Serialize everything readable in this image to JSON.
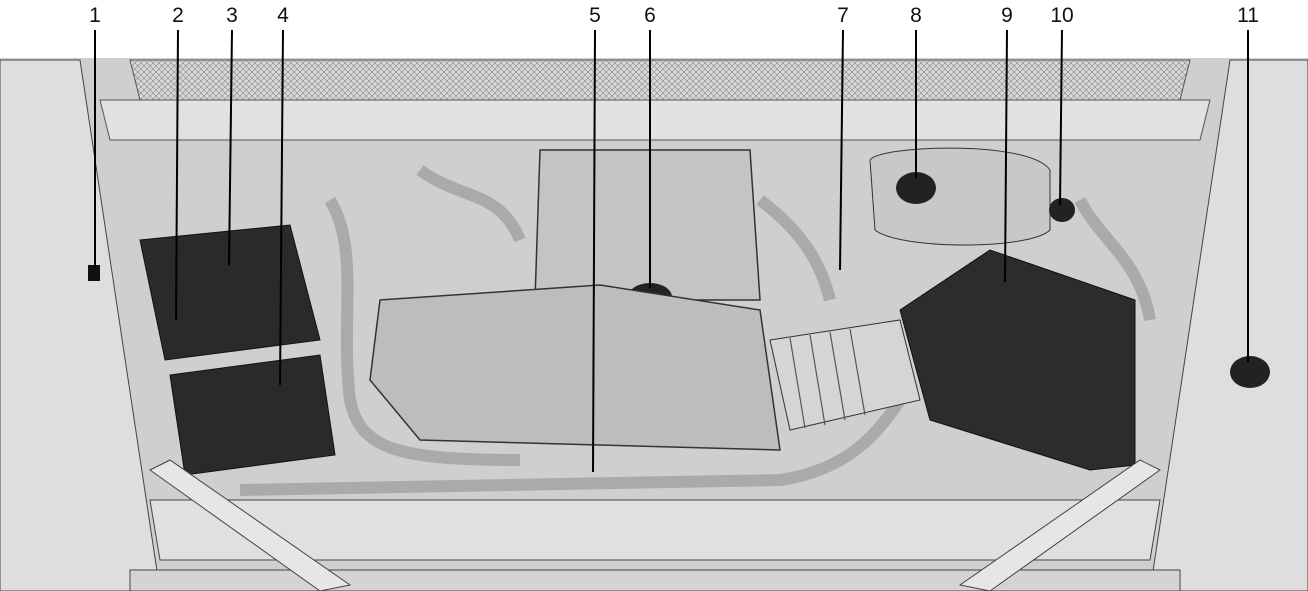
{
  "figure": {
    "callouts": [
      "1",
      "2",
      "3",
      "4",
      "5",
      "6",
      "7",
      "8",
      "9",
      "10",
      "11"
    ]
  }
}
